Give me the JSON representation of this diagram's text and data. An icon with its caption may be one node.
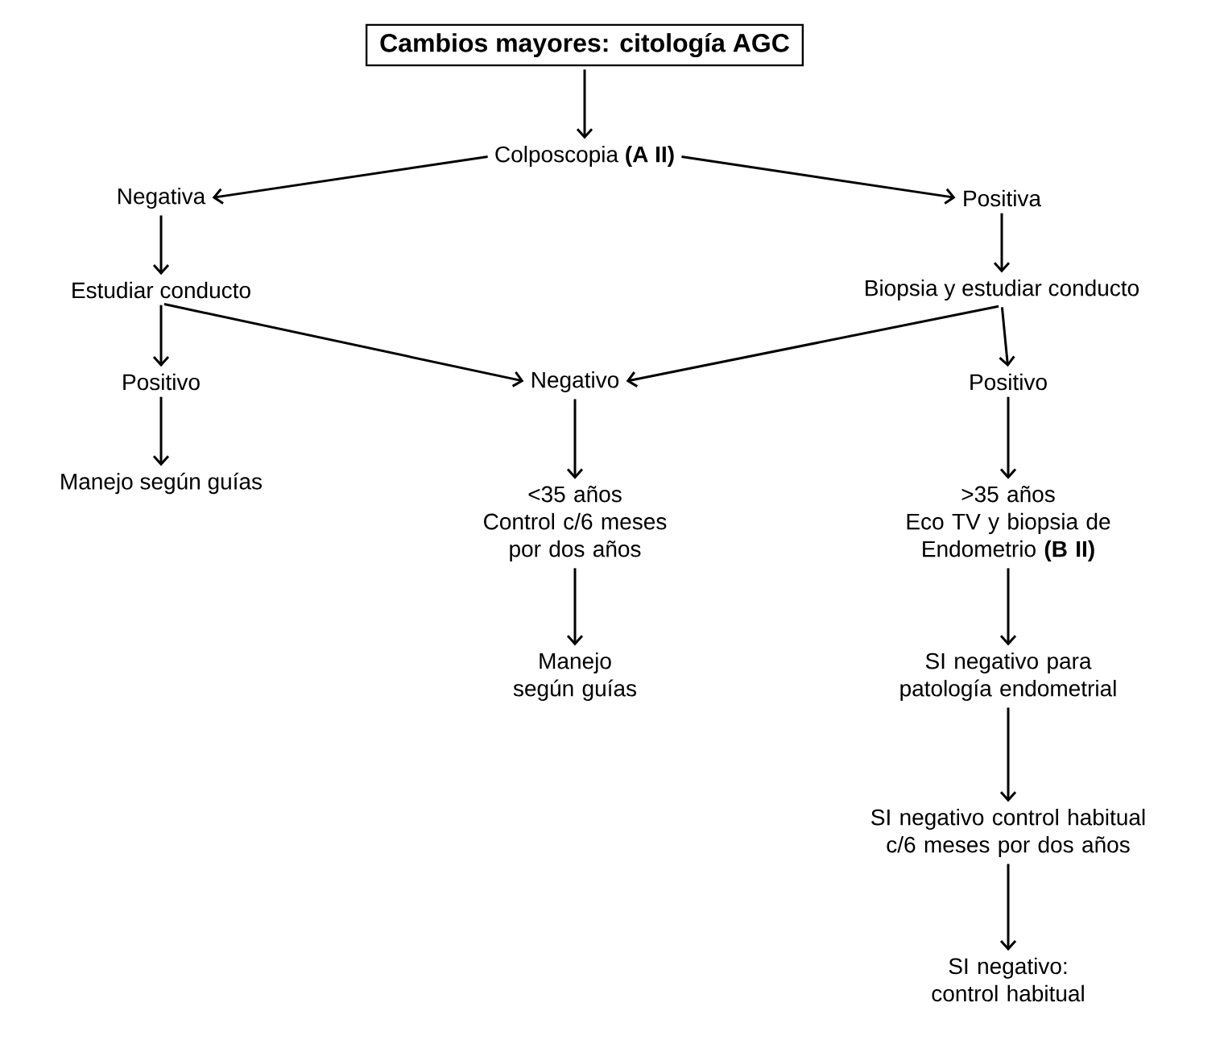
{
  "diagram": {
    "nodes": [
      {
        "text": [
          "Cambios mayores: citología AGC"
        ]
      },
      {
        "text": [
          "Colposcopia **(A II)**"
        ]
      },
      {
        "text": [
          "Negativa"
        ]
      },
      {
        "text": [
          "Positiva"
        ]
      },
      {
        "text": [
          "Estudiar conducto"
        ]
      },
      {
        "text": [
          "Biopsia y estudiar conducto"
        ]
      },
      {
        "text": [
          "Positivo"
        ]
      },
      {
        "text": [
          "Negativo"
        ]
      },
      {
        "text": [
          "Positivo"
        ]
      },
      {
        "text": [
          "Manejo según guías"
        ]
      },
      {
        "text": [
          "<35 años",
          "Control c/6 meses por dos años"
        ]
      },
      {
        "text": [
          "Manejo según guías"
        ]
      },
      {
        "text": [
          ">35 años",
          "Eco TV y biopsia de Endometrio **(B II)**"
        ]
      },
      {
        "text": [
          "SI negativo para patología endometrial"
        ]
      },
      {
        "text": [
          "SI negativo control habitual c/6 meses por dos años"
        ]
      },
      {
        "text": [
          "SI negativo: control habitual"
        ]
      }
    ],
    "edges": [
      {
        "from": 0,
        "to": 1,
        "arrow": "to"
      },
      {
        "from": 1,
        "to": 2,
        "arrow": "to"
      },
      {
        "from": 1,
        "to": 3,
        "arrow": "to"
      },
      {
        "from": 2,
        "to": 4,
        "arrow": "to"
      },
      {
        "from": 3,
        "to": 5,
        "arrow": "to"
      },
      {
        "from": 4,
        "to": 6,
        "arrow": "to"
      },
      {
        "from": 4,
        "to": 7,
        "arrow": "to"
      },
      {
        "from": 5,
        "to": 7,
        "arrow": "to"
      },
      {
        "from": 5,
        "to": 8,
        "arrow": "to"
      },
      {
        "from": 6,
        "to": 9,
        "arrow": "to"
      },
      {
        "from": 7,
        "to": 10,
        "arrow": "to"
      },
      {
        "from": 8,
        "to": 12,
        "arrow": "to"
      },
      {
        "from": 10,
        "to": 11,
        "arrow": "to"
      },
      {
        "from": 12,
        "to": 13,
        "arrow": "to"
      },
      {
        "from": 13,
        "to": 14,
        "arrow": "to"
      },
      {
        "from": 14,
        "to": 15,
        "arrow": "to"
      }
    ]
  }
}
